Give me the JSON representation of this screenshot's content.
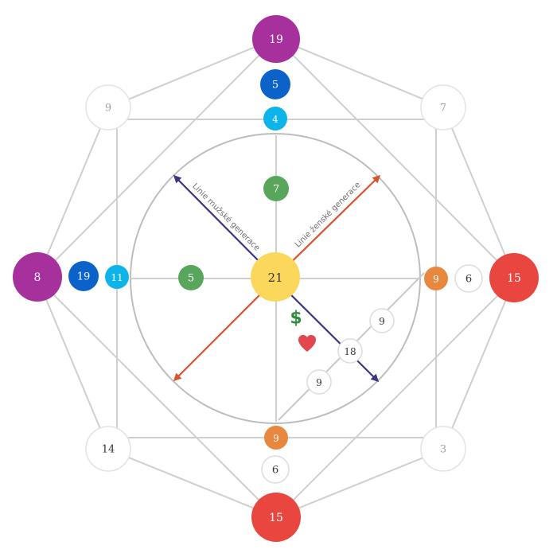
{
  "center": {
    "value": "21",
    "color": "#fbd85b"
  },
  "top": {
    "outer": "19",
    "second": "5",
    "third": "4",
    "inner": "7"
  },
  "left": {
    "outer": "8",
    "second": "19",
    "third": "11",
    "inner": "5"
  },
  "right": {
    "outer": "15",
    "second": "6",
    "third": "9"
  },
  "bottom": {
    "outer": "15",
    "second": "6",
    "third": "9"
  },
  "corners": {
    "top_left": "9",
    "top_right": "7",
    "bottom_left": "14",
    "bottom_right": "3"
  },
  "love_line": {
    "upper": "9",
    "middle": "18",
    "lower": "9"
  },
  "axis_labels": {
    "male": "Linie mužské generace",
    "female": "Linie ženské generace"
  },
  "icons": {
    "money": "dollar-icon",
    "love": "heart-icon"
  },
  "colors": {
    "purple": "#a6309c",
    "blue": "#0b63c9",
    "cyan": "#0cb4ea",
    "green": "#58a55c",
    "orange": "#e8883f",
    "red": "#e8463e",
    "yellow": "#fbd85b",
    "male_arrow": "#3c3580",
    "female_arrow": "#d8542d",
    "dollar": "#2f8f3f",
    "heart": "#e2474e"
  }
}
